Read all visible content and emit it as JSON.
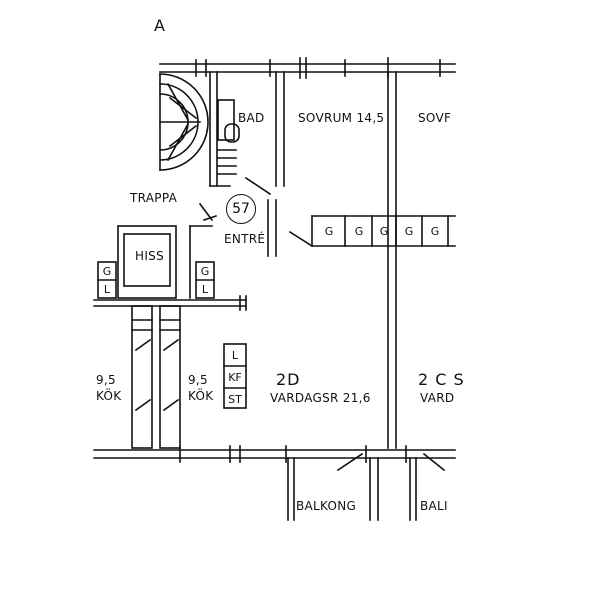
{
  "corner_letter": "A",
  "unit_number": "57",
  "labels": {
    "bad": "BAD",
    "sovrum": "SOVRUM 14,5",
    "sovrum_cut": "SOVF",
    "trappa": "TRAPPA",
    "hiss": "HISS",
    "entre": "ENTRÉ",
    "kok_left_area": "9,5",
    "kok_left": "KÖK",
    "kok_area": "9,5",
    "kok": "KÖK",
    "apt_type": "2D",
    "vardagsr": "VARDAGSR 21,6",
    "apt_type_right": "2 C S",
    "vardagsr_cut": "VARD",
    "balkong": "BALKONG",
    "balkong_cut": "BALI"
  },
  "wardrobes": [
    "G",
    "G",
    "G",
    "G",
    "G"
  ],
  "left_cabinets": [
    {
      "top": "G",
      "bottom": "L"
    },
    {
      "top": "G",
      "bottom": "L"
    }
  ],
  "kitchen_cabinets": [
    "L",
    "KF",
    "ST"
  ]
}
